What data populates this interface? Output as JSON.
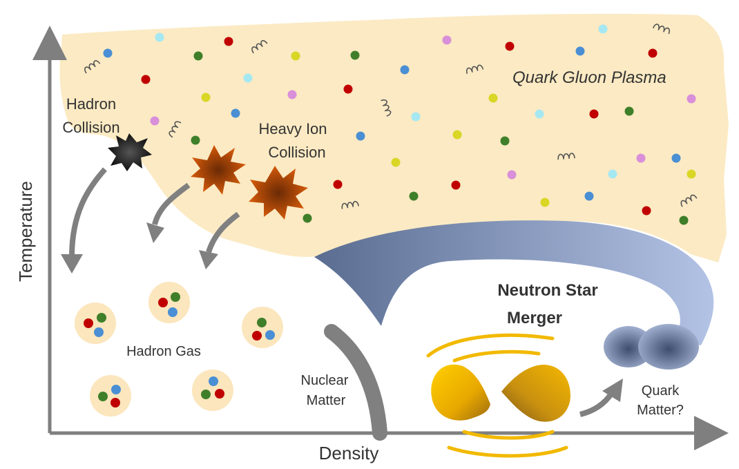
{
  "labels": {
    "qgp": "Quark Gluon Plasma",
    "hadron_collision_1": "Hadron",
    "hadron_collision_2": "Collision",
    "heavy_ion_1": "Heavy Ion",
    "heavy_ion_2": "Collision",
    "hadron_gas": "Hadron Gas",
    "nuclear_matter_1": "Nuclear",
    "nuclear_matter_2": "Matter",
    "ns_merger_1": "Neutron Star",
    "ns_merger_2": "Merger",
    "quark_matter_1": "Quark",
    "quark_matter_2": "Matter?",
    "x_axis": "Density",
    "y_axis": "Temperature"
  },
  "colors": {
    "plasma_fill": "#fbe9c0",
    "hadron_bubble": "#fbe6bd",
    "axis": "#7f7f7f",
    "arrow": "#7f7f7f",
    "quark_red": "#c00000",
    "quark_green": "#3f7f2a",
    "quark_blue": "#4a8fd4",
    "quark_cyan": "#a6e8f2",
    "quark_pink": "#d98fd9",
    "quark_yellow": "#d9d626",
    "explosion_black": "#2a2a2a",
    "explosion_orange": "#b84a0a",
    "star_gold": "#f2b900",
    "ns_blue": "#7c8fb8"
  }
}
